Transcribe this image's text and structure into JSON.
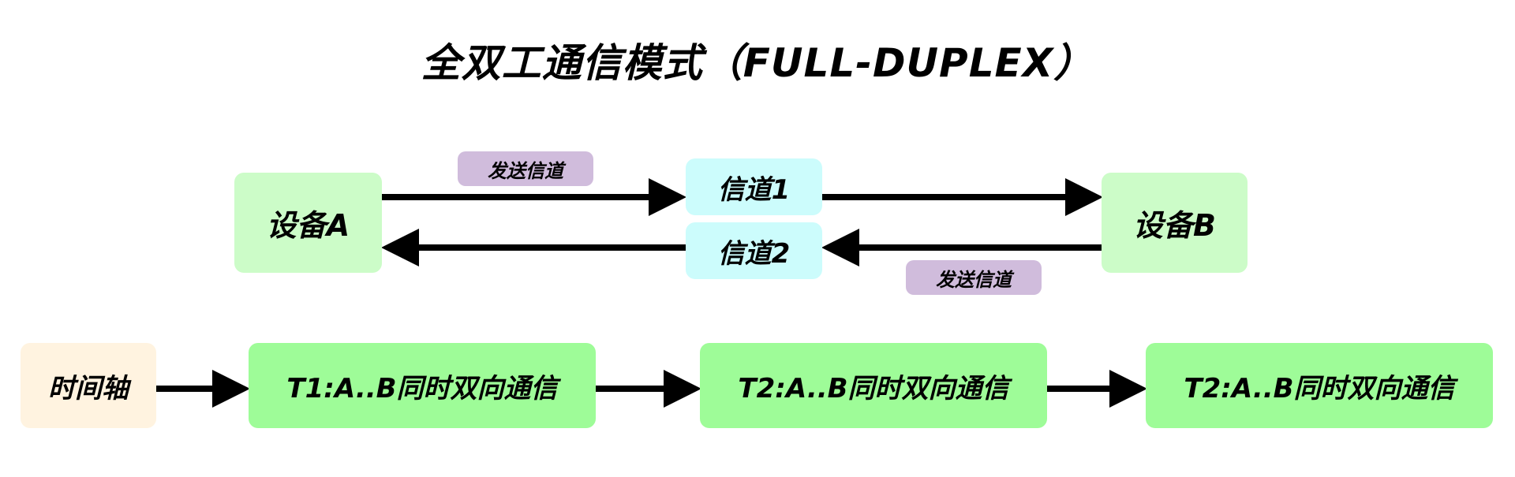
{
  "title": "全双工通信模式（FULL-DUPLEX）",
  "devices": {
    "a": {
      "label": "设备A",
      "color": "#ccfcc8"
    },
    "b": {
      "label": "设备B",
      "color": "#ccfcc8"
    }
  },
  "channels": [
    {
      "label": "信道1",
      "color": "#ccfcfc"
    },
    {
      "label": "信道2",
      "color": "#ccfcfc"
    }
  ],
  "tags": {
    "top": {
      "label": "发送信道",
      "color": "#d0bcdc"
    },
    "bottom": {
      "label": "发送信道",
      "color": "#d0bcdc"
    }
  },
  "timeline": {
    "label": "时间轴",
    "label_color": "#fff3e0",
    "step_color": "#9efc98",
    "steps": [
      {
        "label": "T1:A..B同时双向通信"
      },
      {
        "label": "T2:A..B同时双向通信"
      },
      {
        "label": "T2:A..B同时双向通信"
      }
    ]
  },
  "edges": [
    {
      "from": "device-a",
      "to": "channel-1",
      "direction": "right"
    },
    {
      "from": "channel-1",
      "to": "device-b",
      "direction": "right"
    },
    {
      "from": "device-b",
      "to": "channel-2",
      "direction": "left"
    },
    {
      "from": "channel-2",
      "to": "device-a",
      "direction": "left"
    },
    {
      "from": "timeline-label",
      "to": "step-1",
      "direction": "right"
    },
    {
      "from": "step-1",
      "to": "step-2",
      "direction": "right"
    },
    {
      "from": "step-2",
      "to": "step-3",
      "direction": "right"
    }
  ]
}
